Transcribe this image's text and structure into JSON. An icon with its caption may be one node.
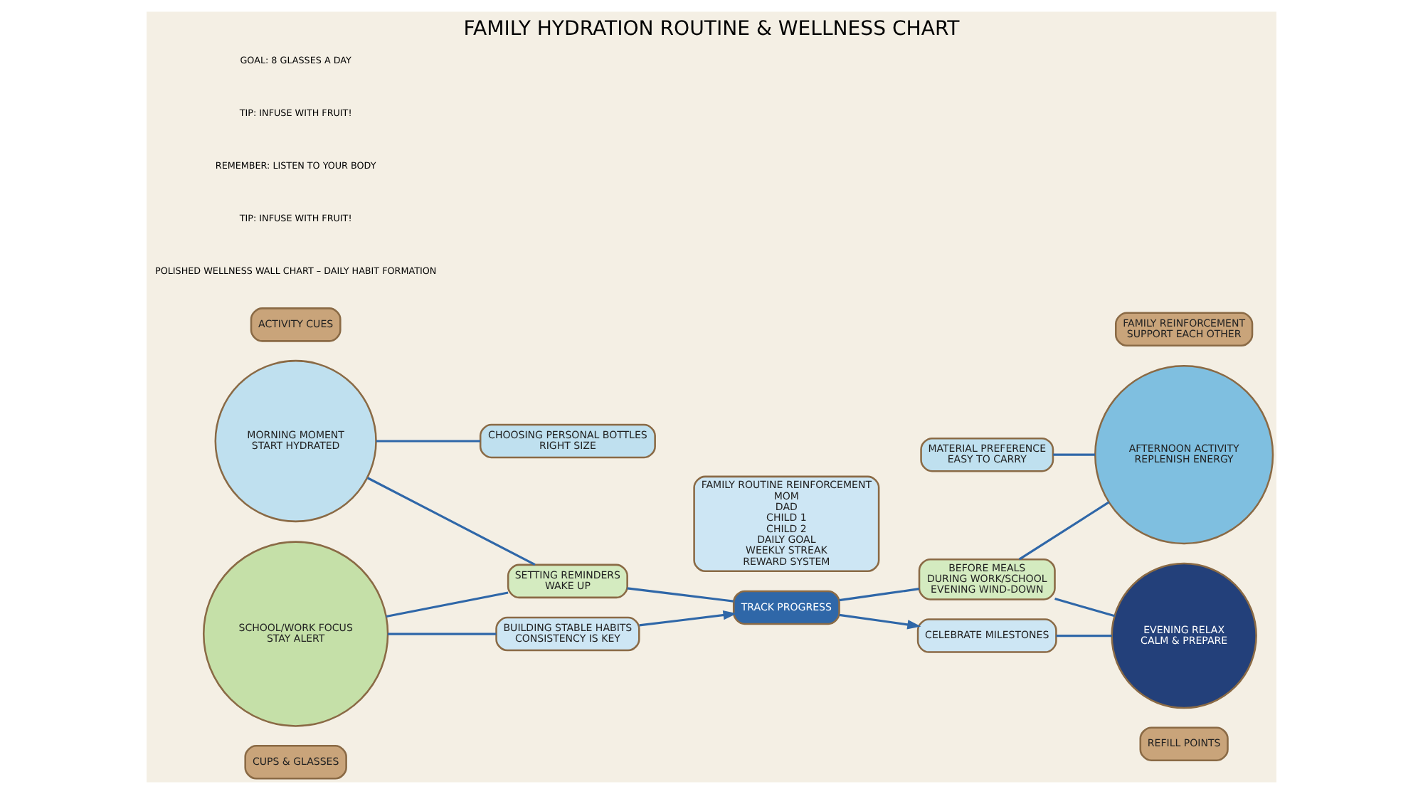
{
  "diagram": {
    "title": "FAMILY HYDRATION ROUTINE & WELLNESS CHART",
    "nodes": [
      {
        "text": [
          "CUPS & GLASSES"
        ]
      },
      {
        "text": [
          "REFILL POINTS"
        ]
      },
      {
        "text": [
          "MORNING MOMENT",
          "START HYDRATED"
        ]
      },
      {
        "text": [
          "SCHOOL/WORK FOCUS",
          "STAY ALERT"
        ]
      },
      {
        "text": [
          "AFTERNOON ACTIVITY",
          "REPLENISH ENERGY"
        ]
      },
      {
        "text": [
          "EVENING RELAX",
          "CALM & PREPARE"
        ]
      },
      {
        "text": [
          "ACTIVITY CUES"
        ]
      },
      {
        "text": [
          "FAMILY REINFORCEMENT",
          "SUPPORT EACH OTHER"
        ]
      },
      {
        "text": [
          "CHOOSING PERSONAL BOTTLES",
          "RIGHT SIZE"
        ]
      },
      {
        "text": [
          "MATERIAL PREFERENCE",
          "EASY TO CARRY"
        ]
      },
      {
        "text": [
          "SETTING REMINDERS",
          "WAKE UP"
        ]
      },
      {
        "text": [
          "BEFORE MEALS",
          "DURING WORK/SCHOOL",
          "EVENING WIND-DOWN"
        ]
      },
      {
        "text": [
          "BUILDING STABLE HABITS",
          "CONSISTENCY IS KEY"
        ]
      },
      {
        "text": [
          "TRACK PROGRESS"
        ]
      },
      {
        "text": [
          "CELEBRATE MILESTONES"
        ]
      },
      {
        "text": [
          "FAMILY ROUTINE REINFORCEMENT",
          "MOM",
          "DAD",
          "CHILD 1",
          "CHILD 2",
          "DAILY GOAL",
          "WEEKLY STREAK",
          "REWARD SYSTEM"
        ]
      }
    ],
    "edges": [
      {
        "from": 2,
        "to": 8,
        "arrow": "none"
      },
      {
        "from": 2,
        "to": 10,
        "arrow": "none"
      },
      {
        "from": 3,
        "to": 10,
        "arrow": "none"
      },
      {
        "from": 3,
        "to": 12,
        "arrow": "none"
      },
      {
        "from": 9,
        "to": 4,
        "arrow": "none"
      },
      {
        "from": 11,
        "to": 4,
        "arrow": "none"
      },
      {
        "from": 11,
        "to": 5,
        "arrow": "none"
      },
      {
        "from": 14,
        "to": 5,
        "arrow": "none"
      },
      {
        "from": 10,
        "to": 13,
        "arrow": "none"
      },
      {
        "from": 13,
        "to": 11,
        "arrow": "none"
      },
      {
        "from": 12,
        "to": 13,
        "arrow": "to"
      },
      {
        "from": 13,
        "to": 14,
        "arrow": "to"
      }
    ],
    "labels": [
      "POLISHED WELLNESS WALL CHART – DAILY HABIT FORMATION",
      "TIP: INFUSE WITH FRUIT!",
      "REMEMBER: LISTEN TO YOUR BODY",
      "TIP: INFUSE WITH FRUIT!",
      "GOAL: 8 GLASSES A DAY"
    ]
  }
}
